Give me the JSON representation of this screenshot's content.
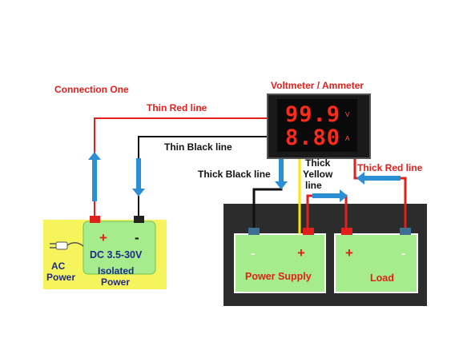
{
  "labels": {
    "connection_one": "Connection One",
    "title": "Voltmeter / Ammeter",
    "thin_red_line": "Thin Red line",
    "thin_black_line": "Thin Black line",
    "thick_black_line": "Thick Black line",
    "thick_yellow_line_1": "Thick",
    "thick_yellow_line_2": "Yellow",
    "thick_yellow_line_3": "line",
    "thick_red_line": "Thick Red line"
  },
  "meter": {
    "voltage_reading": "99.9",
    "current_reading": "8.80",
    "voltage_unit": "V",
    "current_unit": "A"
  },
  "isolated_power": {
    "plus": "+",
    "minus": "-",
    "rating": "DC 3.5-30V",
    "ac_label_1": "AC",
    "ac_label_2": "Power",
    "isolated_label_1": "Isolated",
    "isolated_label_2": "Power"
  },
  "power_supply": {
    "minus": "-",
    "plus": "+",
    "label": "Power Supply"
  },
  "load": {
    "plus": "+",
    "minus": "-",
    "label": "Load"
  },
  "colors": {
    "red_wire": "#e0201c",
    "black_wire": "#111111",
    "yellow_wire": "#ffe600",
    "arrow_blue": "#2b8fd6",
    "board_green": "#a6ec8c",
    "panel_dark": "#2c2c2c",
    "isolated_bg": "#f6f45c"
  }
}
